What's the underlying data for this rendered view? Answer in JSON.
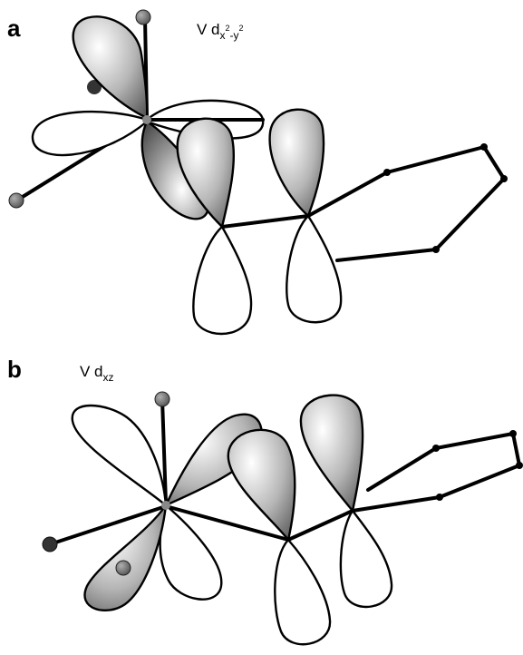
{
  "panels": [
    {
      "letter": "a",
      "label_main": "V d",
      "label_sub_x": "x",
      "label_sup_2a": "2",
      "label_sub_dash": "-y",
      "label_sup_2b": "2"
    },
    {
      "letter": "b",
      "label_main": "V d",
      "label_sub": "xz"
    }
  ],
  "colors": {
    "lobe_shade_light": "#ffffff",
    "lobe_shade_dark": "#555555",
    "atom_fill": "#707070",
    "bond": "#000000"
  }
}
